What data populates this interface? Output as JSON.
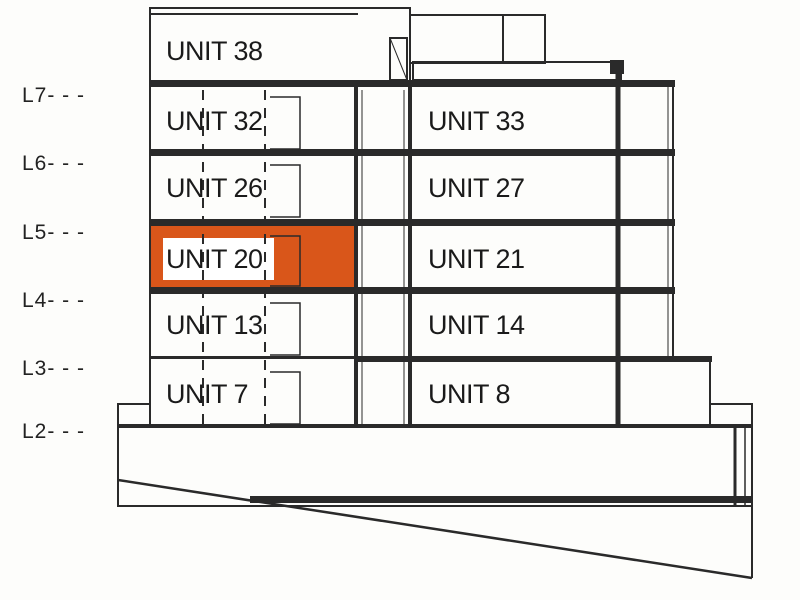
{
  "levels": [
    {
      "label": "L7- - -"
    },
    {
      "label": "L6- - -"
    },
    {
      "label": "L5- - -"
    },
    {
      "label": "L4- - -"
    },
    {
      "label": "L3- - -"
    },
    {
      "label": "L2- - -"
    }
  ],
  "units": [
    {
      "label": "UNIT 38"
    },
    {
      "label": "UNIT 32"
    },
    {
      "label": "UNIT 33"
    },
    {
      "label": "UNIT 26"
    },
    {
      "label": "UNIT 27"
    },
    {
      "label": "UNIT 20",
      "highlighted": true
    },
    {
      "label": "UNIT 21"
    },
    {
      "label": "UNIT 13"
    },
    {
      "label": "UNIT 14"
    },
    {
      "label": "UNIT 7"
    },
    {
      "label": "UNIT 8"
    }
  ],
  "colors": {
    "highlight": "#d9561a",
    "lines": "#2a2a2a",
    "background": "#fdfdfb"
  }
}
